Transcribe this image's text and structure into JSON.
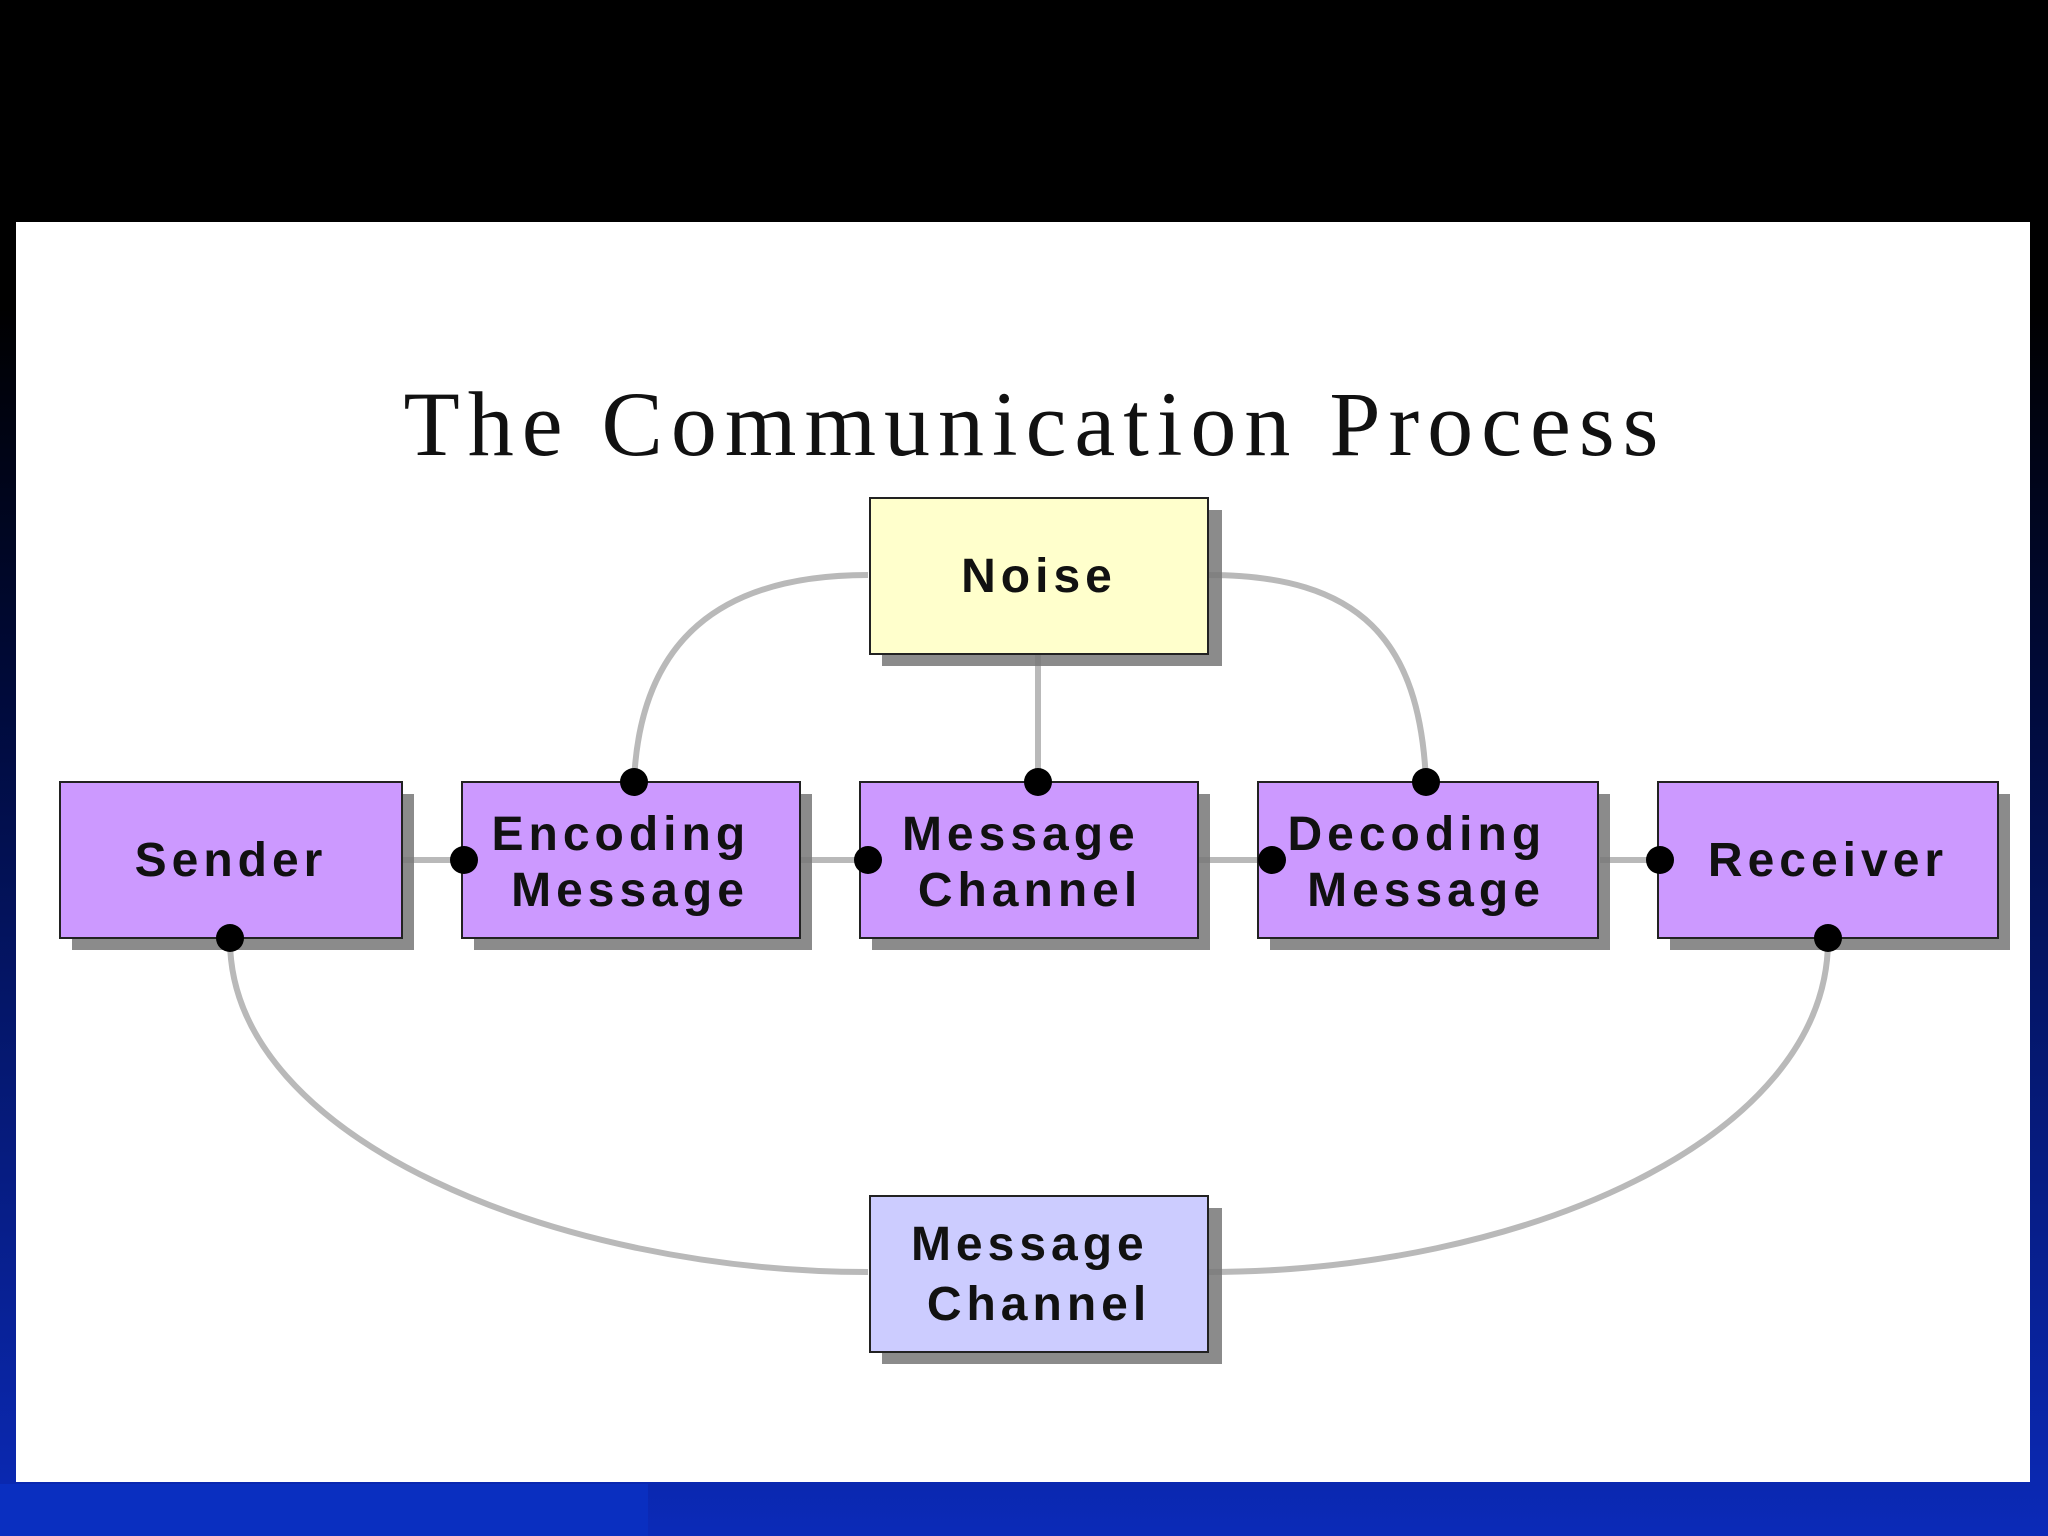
{
  "title": "The Communication Process",
  "colors": {
    "process_box": "#cc99ff",
    "noise_box": "#ffffcc",
    "feedback_box": "#ccccff",
    "connector": "#b9b9b9",
    "dot": "#000000"
  },
  "nodes": {
    "noise": {
      "lines": [
        "Noise"
      ]
    },
    "sender": {
      "lines": [
        "Sender"
      ]
    },
    "encoding": {
      "lines": [
        "Encoding",
        "Message"
      ]
    },
    "channel": {
      "lines": [
        "Message",
        "Channel"
      ]
    },
    "decoding": {
      "lines": [
        "Decoding",
        "Message"
      ]
    },
    "receiver": {
      "lines": [
        "Receiver"
      ]
    },
    "feedback_channel": {
      "lines": [
        "Message",
        "Channel"
      ]
    }
  }
}
